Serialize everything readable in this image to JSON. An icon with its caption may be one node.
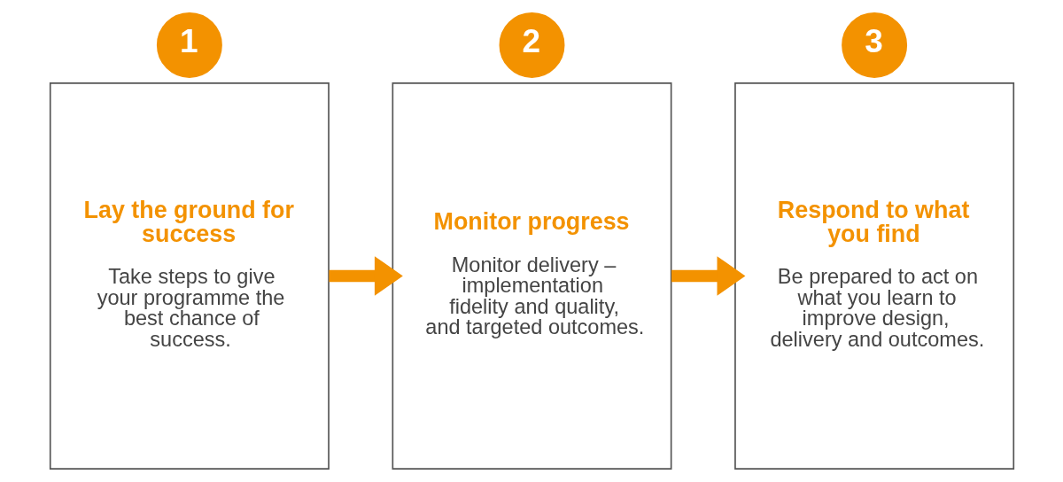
{
  "diagram": {
    "nodes": [
      {
        "text": [
          "1"
        ]
      },
      {
        "text": [
          "Lay the ground for success",
          "Take steps to give your programme the best chance of success."
        ]
      },
      {
        "text": [
          "2"
        ]
      },
      {
        "text": [
          "Monitor progress",
          "Monitor delivery – implementation fidelity and quality, and targeted outcomes."
        ]
      },
      {
        "text": [
          "3"
        ]
      },
      {
        "text": [
          "Respond to what you find",
          "Be prepared to act on what you learn to improve design, delivery and outcomes."
        ]
      }
    ],
    "edges": [
      {
        "from": 1,
        "to": 3,
        "arrow": "to"
      },
      {
        "from": 3,
        "to": 5,
        "arrow": "to"
      }
    ]
  }
}
